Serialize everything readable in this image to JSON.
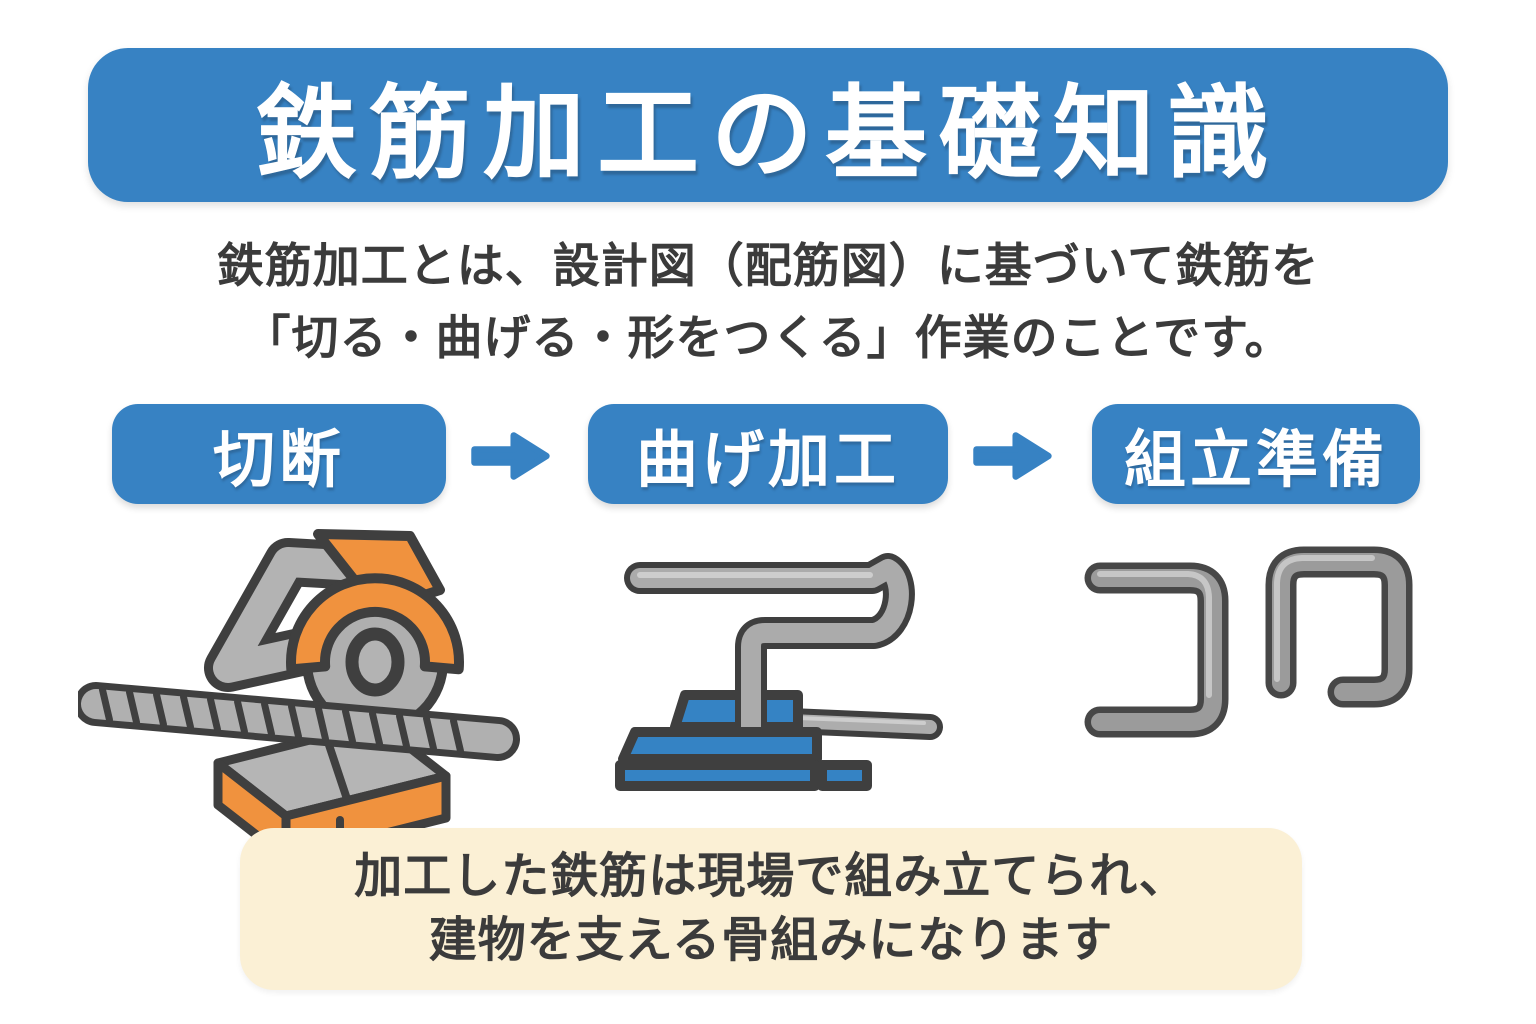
{
  "colors": {
    "accent_blue": "#3782C3",
    "note_background": "#FBF0D5",
    "text_dark": "#3B3B3B",
    "outline_dark": "#3F3F3F",
    "machine_orange": "#F0923E",
    "steel_gray": "#B0B0B0",
    "steel_highlight": "#CDCDCD",
    "white": "#FFFFFF"
  },
  "header": {
    "title": "鉄筋加工の基礎知識"
  },
  "intro": {
    "line1": "鉄筋加工とは、設計図（配筋図）に基づいて鉄筋を",
    "line2": "「切る・曲げる・形をつくる」作業のことです。"
  },
  "process": {
    "arrow_icon": "arrow-right-icon",
    "steps": [
      {
        "label": "切断",
        "icon": "cutoff-saw-icon"
      },
      {
        "label": "曲げ加工",
        "icon": "rebar-bender-icon"
      },
      {
        "label": "組立準備",
        "icon": "bent-rebar-icon"
      }
    ]
  },
  "note": {
    "line1": "加工した鉄筋は現場で組み立てられ、",
    "line2": "建物を支える骨組みになります"
  }
}
